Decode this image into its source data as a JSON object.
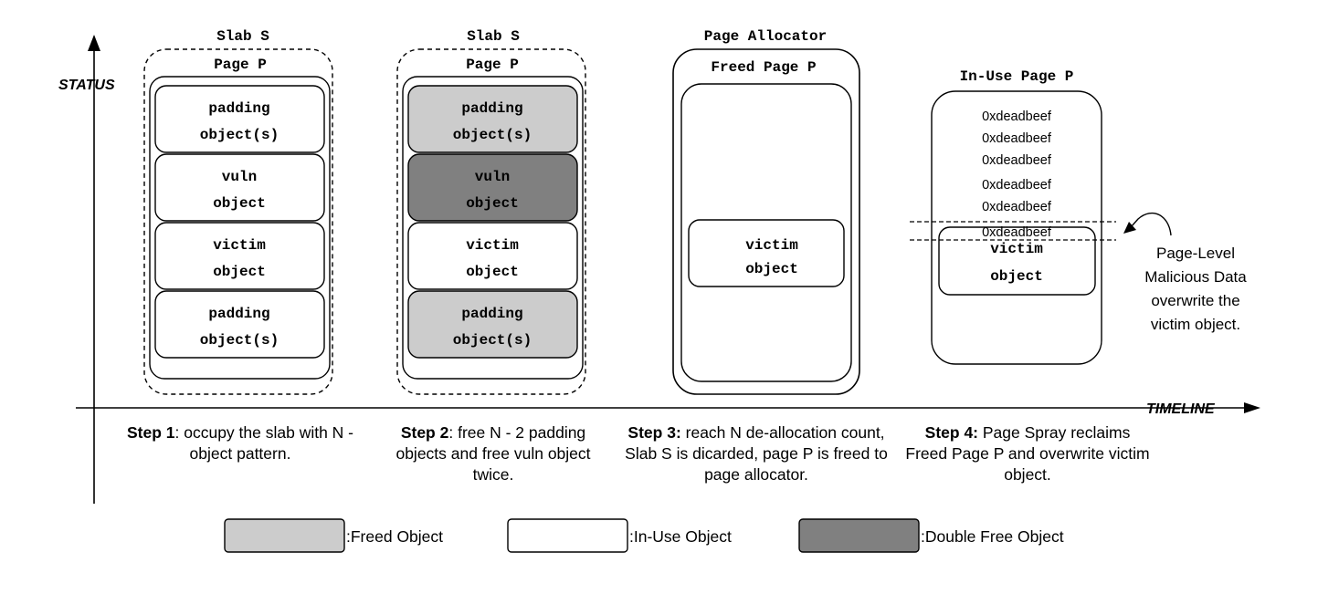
{
  "axes": {
    "y_label": "STATUS",
    "x_label": "TIMELINE"
  },
  "column1": {
    "slab_title": "Slab S",
    "page_title": "Page P",
    "objects": [
      {
        "line1": "padding",
        "line2": "object(s)",
        "state": "in-use"
      },
      {
        "line1": "vuln",
        "line2": "object",
        "state": "in-use"
      },
      {
        "line1": "victim",
        "line2": "object",
        "state": "in-use"
      },
      {
        "line1": "padding",
        "line2": "object(s)",
        "state": "in-use"
      }
    ]
  },
  "column2": {
    "slab_title": "Slab S",
    "page_title": "Page P",
    "objects": [
      {
        "line1": "padding",
        "line2": "object(s)",
        "state": "freed"
      },
      {
        "line1": "vuln",
        "line2": "object",
        "state": "double-free"
      },
      {
        "line1": "victim",
        "line2": "object",
        "state": "in-use"
      },
      {
        "line1": "padding",
        "line2": "object(s)",
        "state": "freed"
      }
    ]
  },
  "column3": {
    "allocator_title": "Page Allocator",
    "page_title": "Freed Page P",
    "victim_line1": "victim",
    "victim_line2": "object"
  },
  "column4": {
    "page_title": "In-Use Page P",
    "spray_values": [
      "0xdeadbeef",
      "0xdeadbeef",
      "0xdeadbeef",
      "0xdeadbeef",
      "0xdeadbeef",
      "0xdeadbeef"
    ],
    "victim_line1": "victim",
    "victim_line2": "object",
    "annotation": [
      "Page-Level",
      "Malicious Data",
      "overwrite the",
      "victim object."
    ]
  },
  "steps": [
    {
      "label": "Step 1",
      "sep": ":",
      "text": " occupy the slab with N - object pattern."
    },
    {
      "label": "Step 2",
      "sep": ":",
      "text": " free N - 2 padding objects and free vuln object twice."
    },
    {
      "label": "Step 3:",
      "sep": "",
      "text": " reach N de-allocation count, Slab S is dicarded, page P is freed to page allocator."
    },
    {
      "label": "Step 4:",
      "sep": "",
      "text": " Page Spray reclaims Freed Page P and overwrite victim object."
    }
  ],
  "legend": [
    {
      "label": ":Freed Object",
      "color": "#cccccc"
    },
    {
      "label": ":In-Use Object",
      "color": "#ffffff"
    },
    {
      "label": ":Double Free Object",
      "color": "#808080"
    }
  ],
  "colors": {
    "freed": "#cccccc",
    "in_use": "#ffffff",
    "double_free": "#808080",
    "stroke": "#000000"
  }
}
